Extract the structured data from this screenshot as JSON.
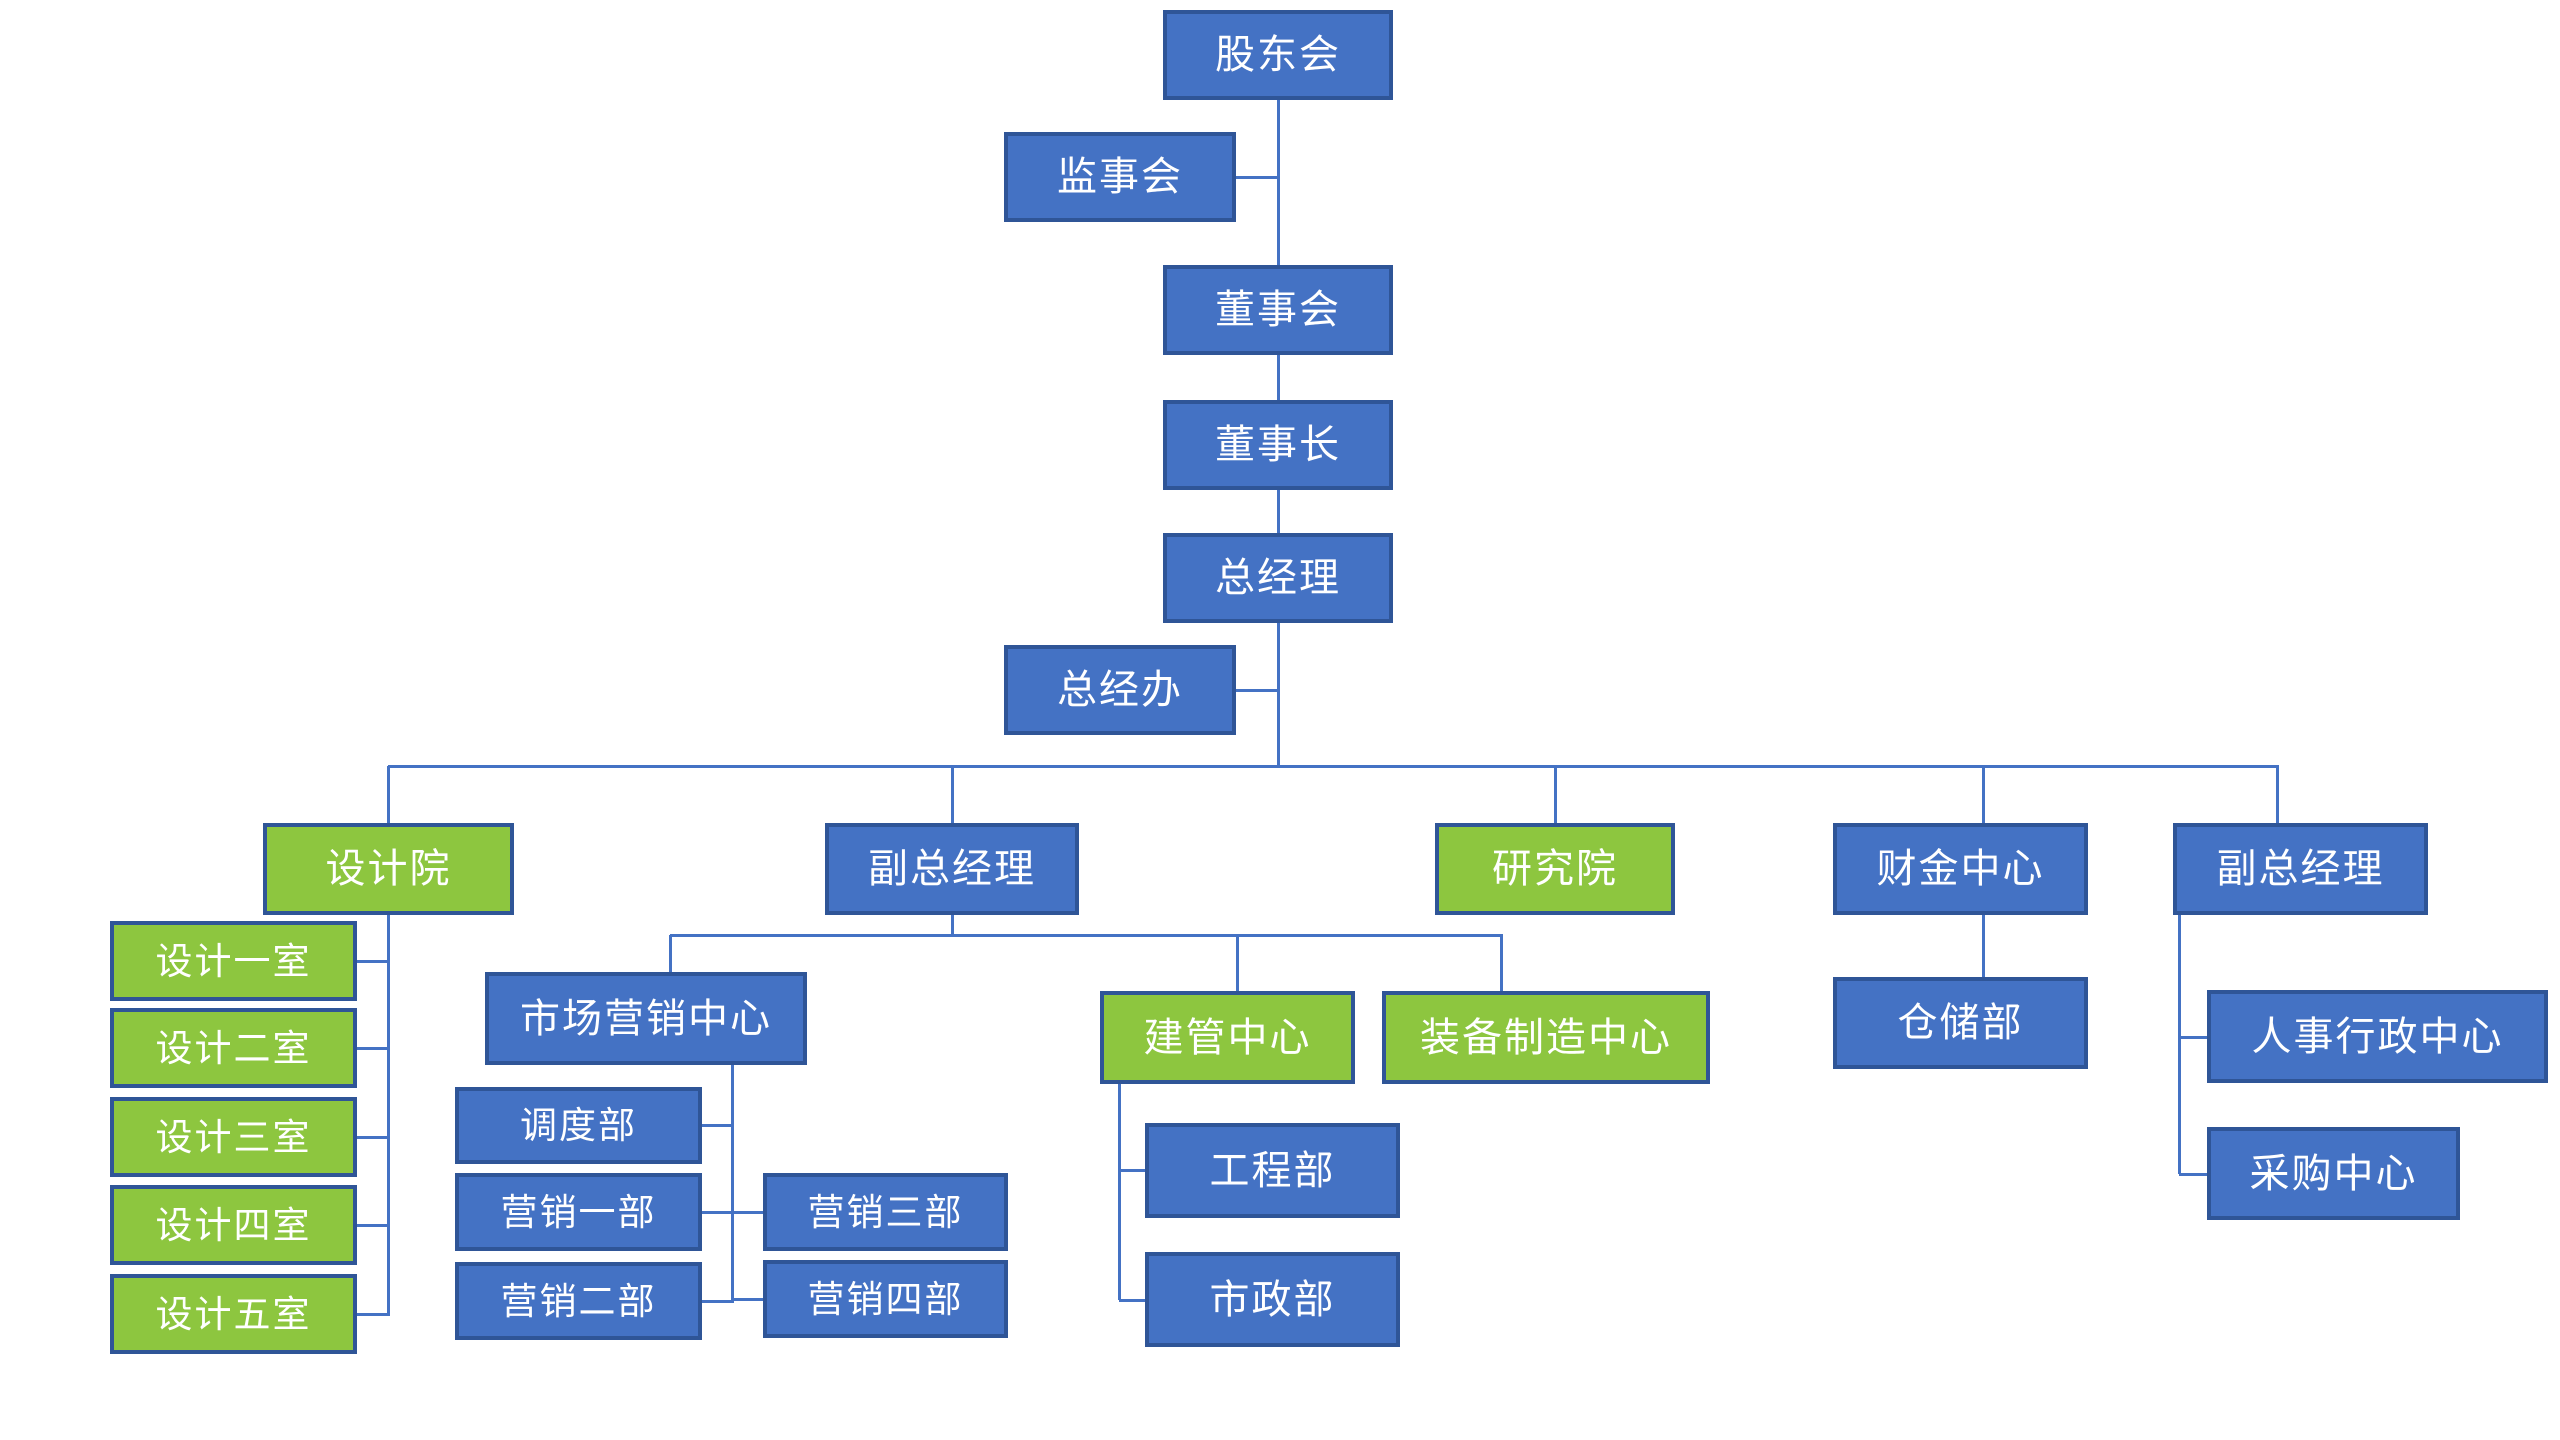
{
  "diagram": {
    "type": "org-chart",
    "background": "#FFFFFF",
    "colors": {
      "node_blue": "#4472C4",
      "node_green": "#8DC63F",
      "node_border": "#2F5597",
      "connector_line": "#4472C4",
      "label_text": "#FFFFFF"
    },
    "nodes": [
      {
        "id": "shareholders",
        "label": "股东会",
        "variant": "blue"
      },
      {
        "id": "supervisory-board",
        "label": "监事会",
        "variant": "blue"
      },
      {
        "id": "board-of-directors",
        "label": "董事会",
        "variant": "blue"
      },
      {
        "id": "chairman",
        "label": "董事长",
        "variant": "blue"
      },
      {
        "id": "general-manager",
        "label": "总经理",
        "variant": "blue"
      },
      {
        "id": "gm-office",
        "label": "总经办",
        "variant": "blue"
      },
      {
        "id": "design-institute",
        "label": "设计院",
        "variant": "green"
      },
      {
        "id": "design-room-1",
        "label": "设计一室",
        "variant": "green"
      },
      {
        "id": "design-room-2",
        "label": "设计二室",
        "variant": "green"
      },
      {
        "id": "design-room-3",
        "label": "设计三室",
        "variant": "green"
      },
      {
        "id": "design-room-4",
        "label": "设计四室",
        "variant": "green"
      },
      {
        "id": "design-room-5",
        "label": "设计五室",
        "variant": "green"
      },
      {
        "id": "deputy-gm-left",
        "label": "副总经理",
        "variant": "blue"
      },
      {
        "id": "marketing-center",
        "label": "市场营销中心",
        "variant": "blue"
      },
      {
        "id": "dispatch-dept",
        "label": "调度部",
        "variant": "blue"
      },
      {
        "id": "marketing-dept-1",
        "label": "营销一部",
        "variant": "blue"
      },
      {
        "id": "marketing-dept-2",
        "label": "营销二部",
        "variant": "blue"
      },
      {
        "id": "marketing-dept-3",
        "label": "营销三部",
        "variant": "blue"
      },
      {
        "id": "marketing-dept-4",
        "label": "营销四部",
        "variant": "blue"
      },
      {
        "id": "construction-mgmt-center",
        "label": "建管中心",
        "variant": "green"
      },
      {
        "id": "engineering-dept",
        "label": "工程部",
        "variant": "blue"
      },
      {
        "id": "municipal-dept",
        "label": "市政部",
        "variant": "blue"
      },
      {
        "id": "equipment-mfg-center",
        "label": "装备制造中心",
        "variant": "green"
      },
      {
        "id": "research-institute",
        "label": "研究院",
        "variant": "green"
      },
      {
        "id": "finance-center",
        "label": "财金中心",
        "variant": "blue"
      },
      {
        "id": "warehouse-dept",
        "label": "仓储部",
        "variant": "blue"
      },
      {
        "id": "deputy-gm-right",
        "label": "副总经理",
        "variant": "blue"
      },
      {
        "id": "hr-admin-center",
        "label": "人事行政中心",
        "variant": "blue"
      },
      {
        "id": "procurement-center",
        "label": "采购中心",
        "variant": "blue"
      }
    ],
    "edges": [
      {
        "from": "shareholders",
        "to": "supervisory-board"
      },
      {
        "from": "shareholders",
        "to": "board-of-directors"
      },
      {
        "from": "board-of-directors",
        "to": "chairman"
      },
      {
        "from": "chairman",
        "to": "general-manager"
      },
      {
        "from": "general-manager",
        "to": "gm-office"
      },
      {
        "from": "general-manager",
        "to": "design-institute"
      },
      {
        "from": "general-manager",
        "to": "deputy-gm-left"
      },
      {
        "from": "general-manager",
        "to": "research-institute"
      },
      {
        "from": "general-manager",
        "to": "finance-center"
      },
      {
        "from": "general-manager",
        "to": "deputy-gm-right"
      },
      {
        "from": "design-institute",
        "to": "design-room-1"
      },
      {
        "from": "design-institute",
        "to": "design-room-2"
      },
      {
        "from": "design-institute",
        "to": "design-room-3"
      },
      {
        "from": "design-institute",
        "to": "design-room-4"
      },
      {
        "from": "design-institute",
        "to": "design-room-5"
      },
      {
        "from": "deputy-gm-left",
        "to": "marketing-center"
      },
      {
        "from": "deputy-gm-left",
        "to": "construction-mgmt-center"
      },
      {
        "from": "deputy-gm-left",
        "to": "equipment-mfg-center"
      },
      {
        "from": "marketing-center",
        "to": "dispatch-dept"
      },
      {
        "from": "marketing-center",
        "to": "marketing-dept-1"
      },
      {
        "from": "marketing-center",
        "to": "marketing-dept-2"
      },
      {
        "from": "marketing-center",
        "to": "marketing-dept-3"
      },
      {
        "from": "marketing-center",
        "to": "marketing-dept-4"
      },
      {
        "from": "construction-mgmt-center",
        "to": "engineering-dept"
      },
      {
        "from": "construction-mgmt-center",
        "to": "municipal-dept"
      },
      {
        "from": "finance-center",
        "to": "warehouse-dept"
      },
      {
        "from": "deputy-gm-right",
        "to": "hr-admin-center"
      },
      {
        "from": "deputy-gm-right",
        "to": "procurement-center"
      }
    ]
  }
}
